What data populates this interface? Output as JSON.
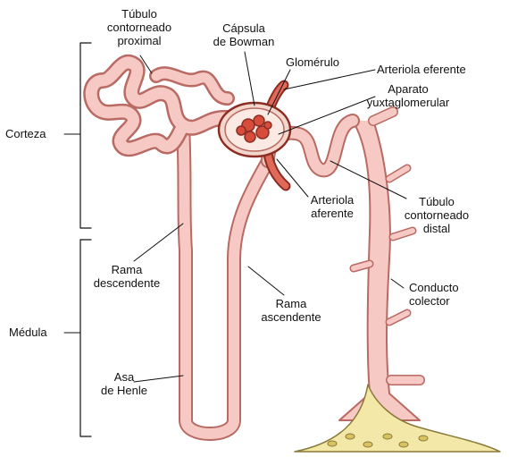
{
  "colors": {
    "tubule_fill": "#f7c9c4",
    "tubule_stroke": "#b86a63",
    "arteriole_fill": "#e06a5a",
    "arteriole_stroke": "#8c2d22",
    "bowman_fill": "#f3d7cd",
    "glomerulus_fill": "#d84c3c",
    "pelvis_fill": "#f4e8a8",
    "text": "#111111"
  },
  "regions": {
    "cortex": "Corteza",
    "medulla": "Médula"
  },
  "labels": {
    "proximal_tubule": [
      "Túbulo",
      "contorneado",
      "proximal"
    ],
    "bowman_capsule": [
      "Cápsula",
      "de Bowman"
    ],
    "glomerulus": [
      "Glomérulo"
    ],
    "efferent_arteriole": [
      "Arteriola eferente"
    ],
    "juxtaglomerular": [
      "Aparato",
      "yuxtaglomerular"
    ],
    "afferent_arteriole": [
      "Arteriola",
      "aferente"
    ],
    "distal_tubule": [
      "Túbulo",
      "contorneado",
      "distal"
    ],
    "descending_limb": [
      "Rama",
      "descendente"
    ],
    "ascending_limb": [
      "Rama",
      "ascendente"
    ],
    "collecting_duct": [
      "Conducto",
      "colector"
    ],
    "loop_of_henle": [
      "Asa",
      "de Henle"
    ]
  }
}
